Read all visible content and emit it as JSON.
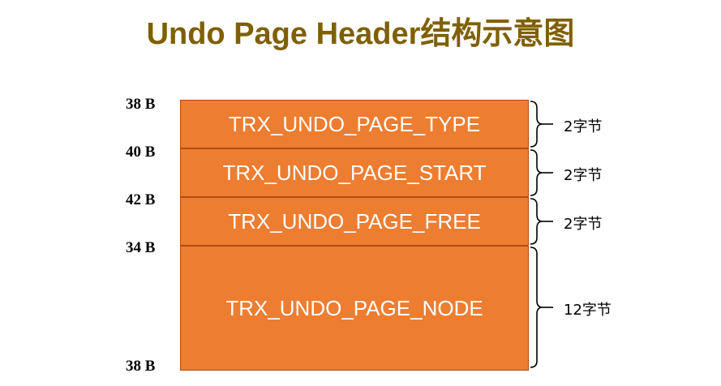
{
  "title": "Undo Page Header结构示意图",
  "offsets": [
    "38 B",
    "40 B",
    "42 B",
    "34 B",
    "38 B"
  ],
  "fields": [
    {
      "name": "TRX_UNDO_PAGE_TYPE",
      "size": "2字节"
    },
    {
      "name": "TRX_UNDO_PAGE_START",
      "size": "2字节"
    },
    {
      "name": "TRX_UNDO_PAGE_FREE",
      "size": "2字节"
    },
    {
      "name": "TRX_UNDO_PAGE_NODE",
      "size": "12字节"
    }
  ],
  "colors": {
    "field_fill": "#ED7D31",
    "field_border": "#B04E13",
    "title": "#7F6000"
  }
}
